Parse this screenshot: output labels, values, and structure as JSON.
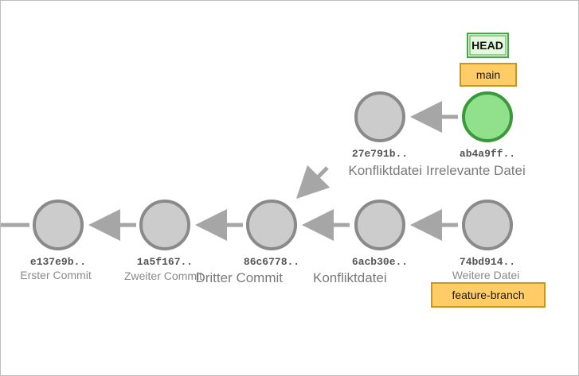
{
  "head_label": "HEAD",
  "main_label": "main",
  "feature_label": "feature-branch",
  "colors": {
    "commit_fill": "#cccccc",
    "commit_stroke": "#8a8a8a",
    "head_commit_fill": "#90e08c",
    "head_commit_stroke": "#3a9a3a",
    "branch_fill": "#ffcc66",
    "branch_stroke": "#c9961e",
    "head_box_fill": "#e6f7e0",
    "head_box_stroke": "#44a844",
    "edge": "#a6a6a6"
  },
  "commits": [
    {
      "hash": "e137e9b..",
      "message": "Erster Commit"
    },
    {
      "hash": "1a5f167..",
      "message": "Zweiter Commit"
    },
    {
      "hash": "86c6778..",
      "message": "Dritter Commit"
    },
    {
      "hash": "6acb30e..",
      "message": "Konfliktdatei"
    },
    {
      "hash": "74bd914..",
      "message": "Weitere Datei"
    },
    {
      "hash": "27e791b..",
      "message": "Konfliktdatei"
    },
    {
      "hash": "ab4a9ff..",
      "message": "Irrelevante Datei"
    }
  ]
}
